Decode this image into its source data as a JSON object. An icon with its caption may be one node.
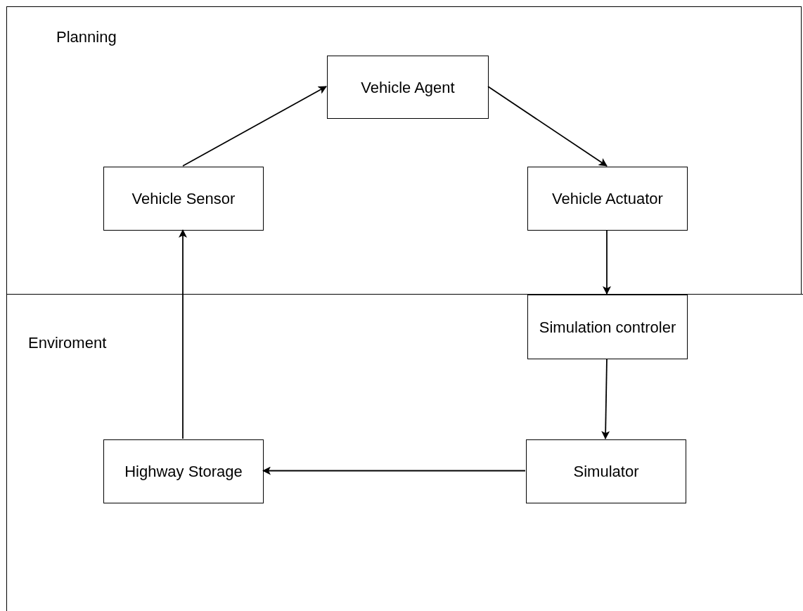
{
  "diagram": {
    "nodes": [
      {
        "text": [
          "Planning"
        ]
      },
      {
        "text": [
          "Vehicle Agent"
        ],
        "in": 0
      },
      {
        "text": [
          "Vehicle Sensor"
        ],
        "in": 0
      },
      {
        "text": [
          "Vehicle Actuator"
        ],
        "in": 0
      },
      {
        "text": [
          "Enviroment"
        ]
      },
      {
        "text": [
          "Simulation controler"
        ],
        "in": 4
      },
      {
        "text": [
          "Highway Storage"
        ],
        "in": 4
      },
      {
        "text": [
          "Simulator"
        ],
        "in": 4
      }
    ],
    "edges": [
      {
        "from": 2,
        "to": 1,
        "arrow": "to"
      },
      {
        "from": 1,
        "to": 3,
        "arrow": "to"
      },
      {
        "from": 3,
        "to": 5,
        "arrow": "to"
      },
      {
        "from": 5,
        "to": 7,
        "arrow": "to"
      },
      {
        "from": 7,
        "to": 6,
        "arrow": "to"
      },
      {
        "from": 6,
        "to": 2,
        "arrow": "to"
      }
    ]
  }
}
